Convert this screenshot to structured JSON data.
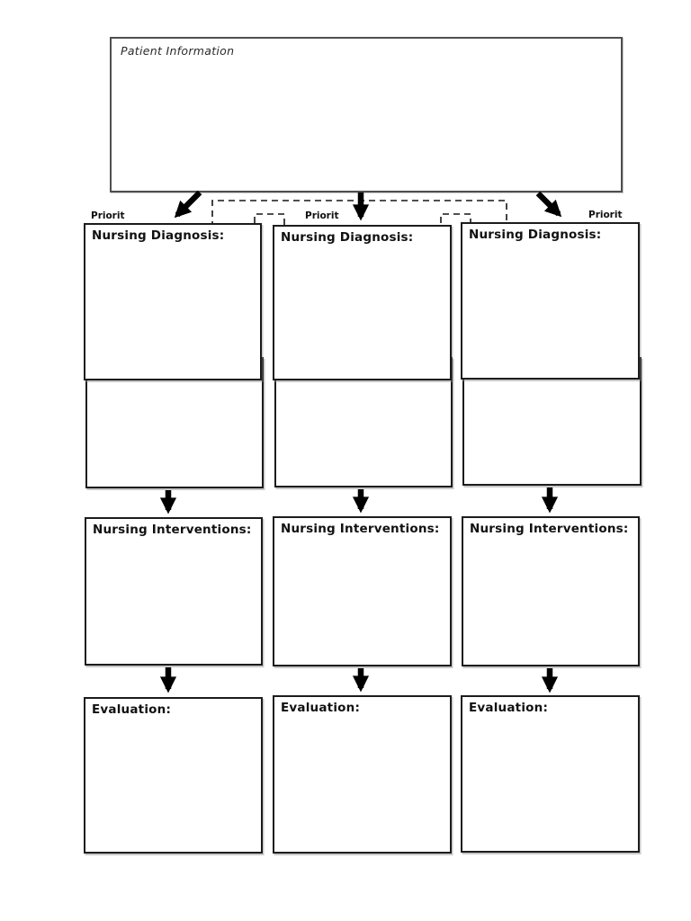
{
  "patient_box": {
    "label": "Patient Information"
  },
  "priority_labels": [
    "Priorit",
    "Priorit",
    "Priorit"
  ],
  "columns": [
    {
      "diagnosis_label": "Nursing Diagnosis:",
      "interventions_label": "Nursing Interventions:",
      "evaluation_label": "Evaluation:"
    },
    {
      "diagnosis_label": "Nursing Diagnosis:",
      "interventions_label": "Nursing Interventions:",
      "evaluation_label": "Evaluation:"
    },
    {
      "diagnosis_label": "Nursing Diagnosis:",
      "interventions_label": "Nursing Interventions:",
      "evaluation_label": "Evaluation:"
    }
  ],
  "colors": {
    "background": "#ffffff",
    "box_border": "#1c1c1c",
    "patient_box_border": "#4f4f4f",
    "dashed_line": "#161616",
    "arrow": "#000000",
    "text": "#111111"
  }
}
